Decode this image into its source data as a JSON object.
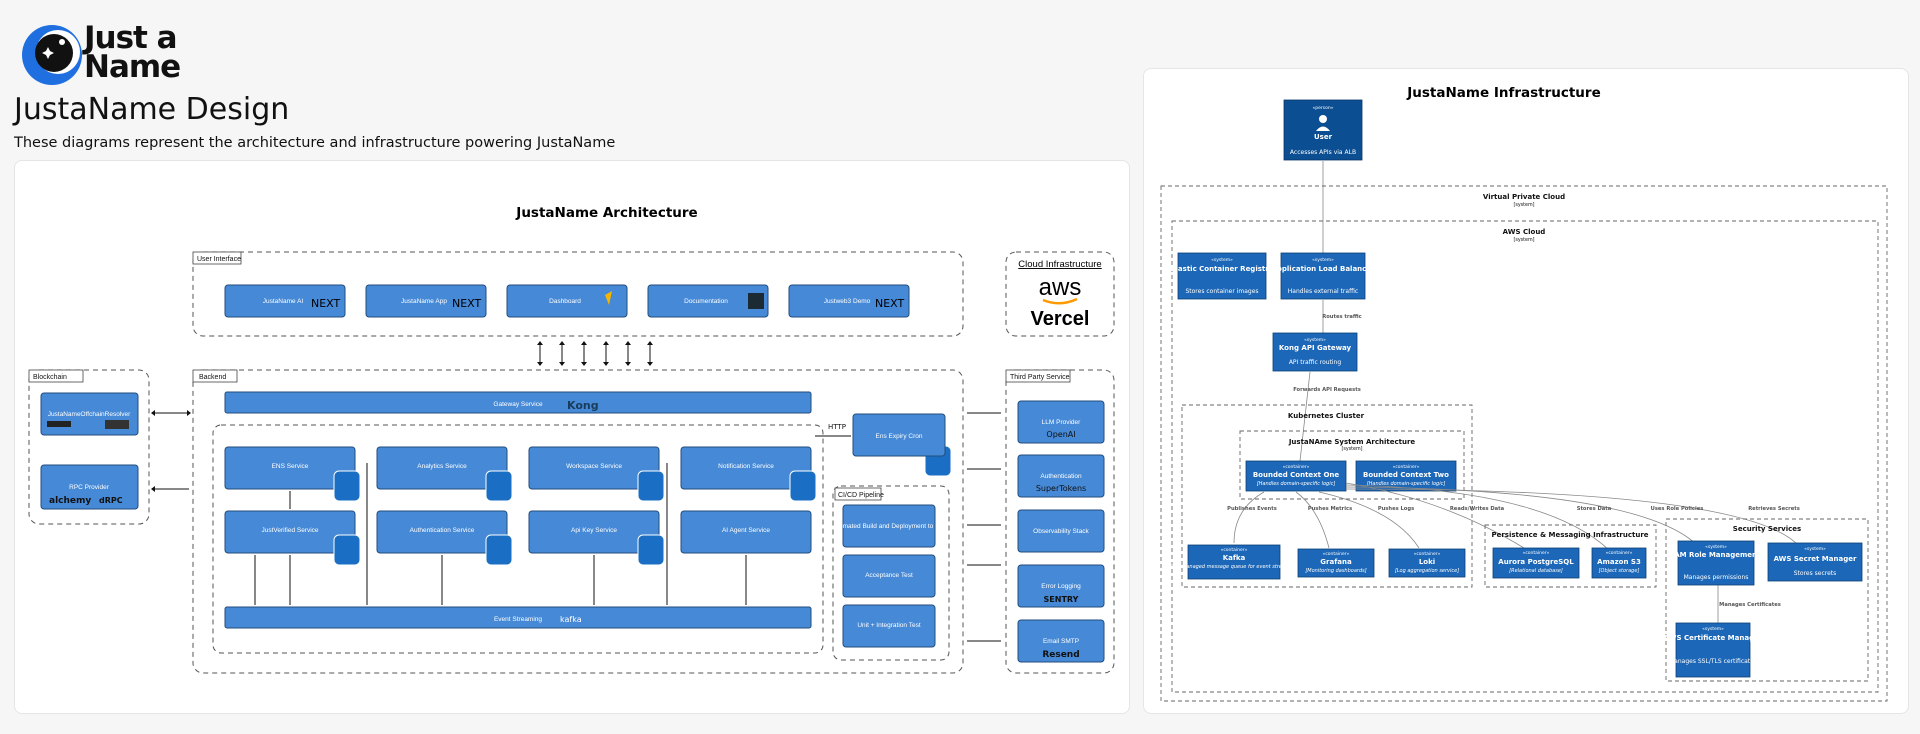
{
  "brand": {
    "logo_line1": "Just a",
    "logo_line2": "Name"
  },
  "page": {
    "title": "JustaName Design",
    "subtitle": "These diagrams represent the architecture and infrastructure powering JustaName"
  },
  "architecture": {
    "title": "JustaName Architecture",
    "user_interface": {
      "label": "User Interface",
      "items": [
        "JustaName AI",
        "JustaName App",
        "Dashboard",
        "Documentation",
        "Justweb3 Demo"
      ]
    },
    "cloud": {
      "label": "Cloud Infrastructure",
      "aws": "aws",
      "vercel": "Vercel"
    },
    "blockchain": {
      "label": "Blockchain",
      "items": [
        "JustaNameOffchainResolver",
        "RPC Provider"
      ],
      "rpc_logos": [
        "alchemy",
        "dRPC"
      ]
    },
    "backend": {
      "label": "Backend",
      "gateway": "Gateway Service",
      "gateway_logo": "Kong",
      "services_row1": [
        "ENS Service",
        "Analytics Service",
        "Workspace Service",
        "Notification Service"
      ],
      "services_row2": [
        "JustVerified Service",
        "Authentication Service",
        "Api Key Service",
        "AI Agent Service"
      ],
      "event": "Event Streaming",
      "event_logo": "kafka",
      "cron": "Ens Expiry Cron",
      "http": "HTTP"
    },
    "cicd": {
      "label": "CI/CD Pipeline",
      "items": [
        "Automated Build and Deployment to ECR",
        "Acceptance Test",
        "Unit + Integration Test"
      ]
    },
    "third_party": {
      "label": "Third Party Service",
      "items": [
        "LLM Provider",
        "Authentication",
        "Observability Stack",
        "Error Logging",
        "Email SMTP"
      ],
      "logos": [
        "OpenAI",
        "SuperTokens",
        "",
        "SENTRY",
        "Resend"
      ]
    }
  },
  "infrastructure": {
    "title": "JustaName Infrastructure",
    "user": {
      "stereo": "«person»",
      "name": "User",
      "desc": "Accesses APIs via ALB"
    },
    "vpc": {
      "name": "Virtual Private Cloud",
      "stereo": "[system]"
    },
    "aws_cloud": {
      "name": "AWS Cloud",
      "stereo": "[system]"
    },
    "ecr": {
      "stereo": "«system»",
      "name": "Elastic Container Registry",
      "desc": "Stores container images"
    },
    "alb": {
      "stereo": "«system»",
      "name": "Application Load Balancer",
      "desc": "Handles external traffic"
    },
    "kong": {
      "stereo": "«system»",
      "name": "Kong API Gateway",
      "desc": "API traffic routing"
    },
    "k8s": {
      "name": "Kubernetes Cluster"
    },
    "sys_arch": {
      "name": "JustaNAme System Architecture",
      "stereo": "[system]"
    },
    "bc1": {
      "stereo": "«container»",
      "name": "Bounded Context One",
      "desc": "[Handles domain-specific logic]"
    },
    "bc2": {
      "stereo": "«container»",
      "name": "Bounded Context Two",
      "desc": "[Handles domain-specific logic]"
    },
    "kafka": {
      "stereo": "«container»",
      "name": "Kafka",
      "desc": "[Self-managed message queue for event streaming]"
    },
    "grafana": {
      "stereo": "«container»",
      "name": "Grafana",
      "desc": "[Monitoring dashboards]"
    },
    "loki": {
      "stereo": "«container»",
      "name": "Loki",
      "desc": "[Log aggregation service]"
    },
    "persistence": {
      "name": "Persistence & Messaging Infrastructure"
    },
    "aurora": {
      "stereo": "«container»",
      "name": "Aurora PostgreSQL",
      "desc": "[Relational database]"
    },
    "s3": {
      "stereo": "«container»",
      "name": "Amazon S3",
      "desc": "[Object storage]"
    },
    "security": {
      "name": "Security Services"
    },
    "iam": {
      "stereo": "«system»",
      "name": "IAM Role Management",
      "desc": "Manages permissions"
    },
    "secret": {
      "stereo": "«system»",
      "name": "AWS Secret Manager",
      "desc": "Stores secrets"
    },
    "cert": {
      "stereo": "«system»",
      "name": "AWS Certificate Manager",
      "desc": "Manages SSL/TLS certificates"
    },
    "relations": {
      "routes": "Routes traffic",
      "forwards": "Forwards API Requests",
      "publishes": "Publishes Events",
      "pushes_metrics": "Pushes Metrics",
      "pushes_logs": "Pushes Logs",
      "reads_writes": "Reads/Writes Data",
      "stores": "Stores Data",
      "uses_role": "Uses Role Policies",
      "retrieves": "Retrieves Secrets",
      "manages_certs": "Manages Certificates"
    }
  },
  "colors": {
    "box": "#4689d6",
    "c4_system": "#1c67b7",
    "c4_person": "#0b4f92"
  }
}
